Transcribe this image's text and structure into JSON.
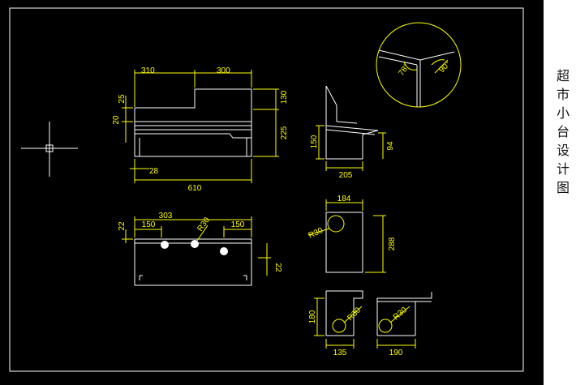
{
  "title_chars": [
    "超",
    "市",
    "小",
    "台",
    "设",
    "计",
    "图"
  ],
  "colors": {
    "background": "#000000",
    "geometry": "#ffffff",
    "dimension": "#ffff00",
    "page": "#ffffff"
  },
  "front_view": {
    "top_left": "310",
    "top_right": "300",
    "upper_height": "130",
    "left_small": "25",
    "left_mid": "20",
    "lower_height": "225",
    "bottom_offset": "28",
    "total_width": "610"
  },
  "side_view": {
    "width": "205",
    "height_left": "150",
    "height_right": "94"
  },
  "detail_circle": {
    "angle_a": "78°",
    "angle_b": "90°"
  },
  "plan_view": {
    "left": "150",
    "middle": "303",
    "right": "150",
    "radius": "R30",
    "left_small": "22",
    "right_small": "22"
  },
  "plan_side": {
    "width": "184",
    "radius": "R30",
    "height": "288"
  },
  "small_left": {
    "width": "135",
    "height": "180",
    "radius": "R30"
  },
  "small_right": {
    "width": "190",
    "radius": "R30"
  }
}
